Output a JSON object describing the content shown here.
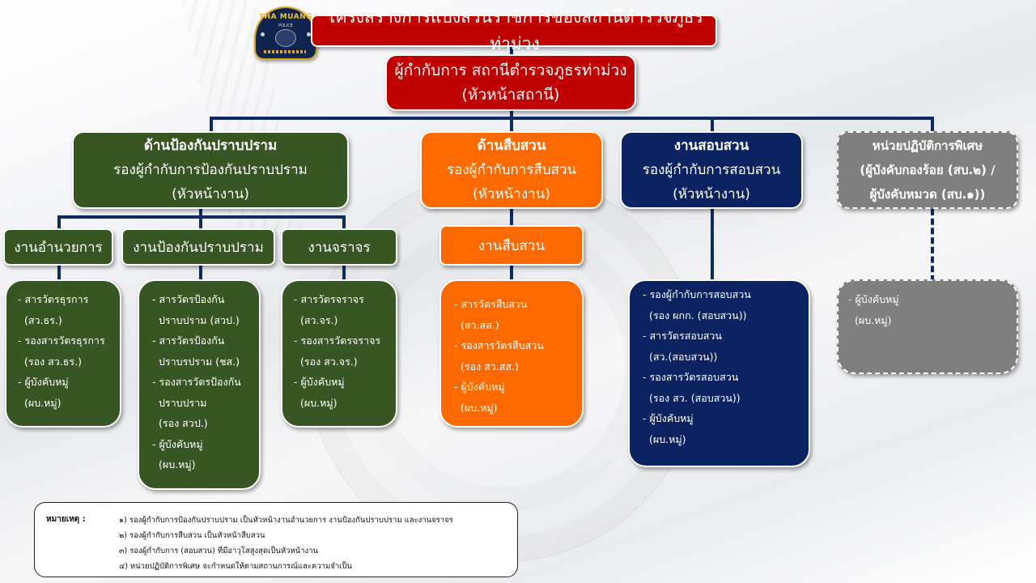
{
  "title": "โครงสร้างการแบ่งส่วนราชการของสถานีตำรวจภูธรท่าม่วง",
  "logo": {
    "icon": "police-badge-icon",
    "text": "THA MUANG",
    "subtext": "POLICE"
  },
  "chief": {
    "line1": "ผู้กำกับการ สถานีตำรวจภูธรท่าม่วง",
    "line2": "(หัวหน้าสถานี)"
  },
  "colors": {
    "chief": "#c00000",
    "prevention": "#375623",
    "investigation": "#ff6a00",
    "inquiry": "#0b2461",
    "special": "#7f7f7f",
    "connector": "#0d2a63"
  },
  "divisions": [
    {
      "title": "ด้านป้องกันปราบปราม",
      "subtitle": "รองผู้กำกับการป้องกันปราบปราม",
      "role": "(หัวหน้างาน)",
      "units": [
        {
          "name": "งานอำนวยการ",
          "members": [
            "- สารวัตรธุรการ",
            "(สว.ธร.)",
            "- รองสารวัตรธุรการ",
            "(รอง สว.ธร.)",
            "- ผู้บังคับหมู่",
            "(ผบ.หมู่)"
          ]
        },
        {
          "name": "งานป้องกันปราบปราม",
          "members": [
            "- สารวัตรป้องกัน",
            "ปราบปราม (สวป.)",
            "- สารวัตรป้องกัน",
            "ปราบรปราม (ชส.)",
            "- รองสารวัตรป้องกัน",
            "ปราบปราม",
            "(รอง สวป.)",
            "- ผู้บังคับหมู่",
            "(ผบ.หมู่)"
          ]
        },
        {
          "name": "งานจราจร",
          "members": [
            "- สารวัตรจราจร",
            "(สว.จร.)",
            "- รองสารวัตรจราจร",
            "(รอง สว.จร.)",
            "- ผู้บังคับหมู่",
            "(ผบ.หมู่)"
          ]
        }
      ]
    },
    {
      "title": "ด้านสืบสวน",
      "subtitle": "รองผู้กำกับการสืบสวน",
      "role": "(หัวหน้างาน)",
      "units": [
        {
          "name": "งานสืบสวน",
          "members": [
            "- สารวัตรสืบสวน",
            "(สว.สส.)",
            "- รองสารวัตรสืบสวน",
            "(รอง สว.สส.)",
            "- ผู้บังคับหมู่",
            "(ผบ.หมู่)"
          ]
        }
      ]
    },
    {
      "title": "งานสอบสวน",
      "subtitle": "รองผู้กำกับการสอบสวน",
      "role": "(หัวหน้างาน)",
      "members": [
        "- รองผู้กำกับการสอบสวน",
        "(รอง ผกก. (สอบสวน))",
        "- สารวัตรสอบสวน",
        "(สว.(สอบสวน))",
        "- รองสารวัตรสอบสวน",
        " (รอง สว. (สอบสวน))",
        "- ผู้บังคับหมู่",
        "(ผบ.หมู่)"
      ]
    },
    {
      "title": "หน่วยปฏิบัติการพิเศษ",
      "subtitle": "(ผู้บังคับกองร้อย (สบ.๒) /",
      "role": "ผู้บังคับหมวด (สบ.๑))",
      "members": [
        "- ผู้บังคับหมู่",
        "(ผบ.หมู่)"
      ]
    }
  ],
  "notes": {
    "label": "หมายเหตุ :",
    "items": [
      "๑) รองผู้กำกับการป้องกันปราบปราม เป็นหัวหน้างานอำนวยการ งานป้องกันปราบปราม และงานจราจร",
      "๒) รองผู้กำกับการสืบสวน เป็นหัวหน้าสืบสวน",
      "๓) รองผู้กำกับการ (สอบสวน) ที่มีอาวุโสสูงสุดเป็นหัวหน้างาน",
      "๔) หน่วยปฏิบัติการพิเศษ จะกำหนดให้ตามสถานการณ์และความจำเป็น"
    ]
  }
}
